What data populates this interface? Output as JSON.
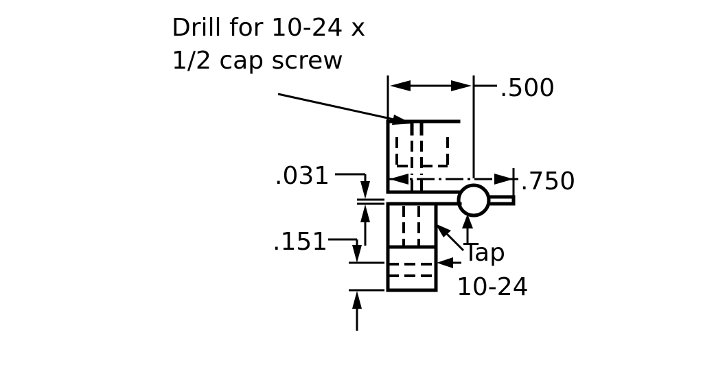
{
  "callouts": {
    "drill_line1": "Drill for 10-24 x",
    "drill_line2": "1/2 cap screw",
    "tap_line1": "Tap",
    "tap_line2": "10-24"
  },
  "dimensions": {
    "width": ".500",
    "center": ".750",
    "gap": ".031",
    "depth": ".151"
  }
}
